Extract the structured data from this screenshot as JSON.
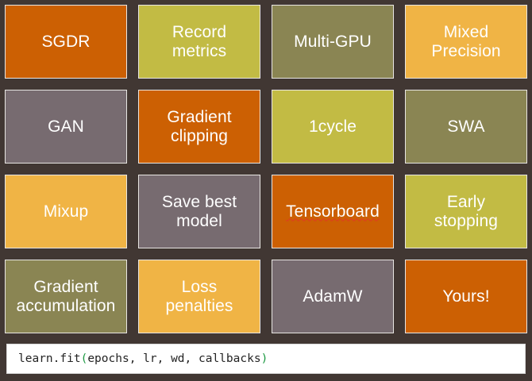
{
  "slide": {
    "background_color": "#413733",
    "palette": {
      "orange": "#CC6003",
      "yellow_green": "#C2BB44",
      "olive": "#8A8553",
      "amber": "#F0B445",
      "mauve_gray": "#776B70",
      "tile_border": "#E8E6E3",
      "text": "#FFFFFF",
      "spellcheck_underline": "#E03A21",
      "code_paren": "#1D9A43",
      "code_text": "#232323",
      "code_bar_background": "#FFFFFF",
      "code_bar_border": "#D9D9D9"
    },
    "tiles": [
      {
        "label": "SGDR",
        "color": "#CC6003",
        "misspelled": false
      },
      {
        "label": "Record\nmetrics",
        "color": "#C2BB44",
        "misspelled": false
      },
      {
        "label": "Multi-GPU",
        "color": "#8A8553",
        "misspelled": false
      },
      {
        "label": "Mixed\nPrecision",
        "color": "#F0B445",
        "misspelled": false
      },
      {
        "label": "GAN",
        "color": "#776B70",
        "misspelled": false
      },
      {
        "label": "Gradient\nclipping",
        "color": "#CC6003",
        "misspelled": false
      },
      {
        "label": "1cycle",
        "color": "#C2BB44",
        "misspelled": false
      },
      {
        "label": "SWA",
        "color": "#8A8553",
        "misspelled": false
      },
      {
        "label": "Mixup",
        "color": "#F0B445",
        "misspelled": false
      },
      {
        "label": "Save best\nmodel",
        "color": "#776B70",
        "misspelled": false
      },
      {
        "label": "Tensorboard",
        "color": "#CC6003",
        "misspelled": true
      },
      {
        "label": "Early\nstopping",
        "color": "#C2BB44",
        "misspelled": false
      },
      {
        "label": "Gradient\naccumulation",
        "color": "#8A8553",
        "misspelled": false
      },
      {
        "label": "Loss\npenalties",
        "color": "#F0B445",
        "misspelled": false
      },
      {
        "label": "AdamW",
        "color": "#776B70",
        "misspelled": false
      },
      {
        "label": "Yours!",
        "color": "#CC6003",
        "misspelled": false
      }
    ],
    "code_bar": {
      "full_text": "learn.fit(epochs, lr, wd, callbacks)",
      "segments": [
        {
          "text": "learn.fit",
          "token": "plain"
        },
        {
          "text": "(",
          "token": "paren"
        },
        {
          "text": "epochs, lr, wd, callbacks",
          "token": "plain"
        },
        {
          "text": ")",
          "token": "paren"
        }
      ]
    }
  }
}
